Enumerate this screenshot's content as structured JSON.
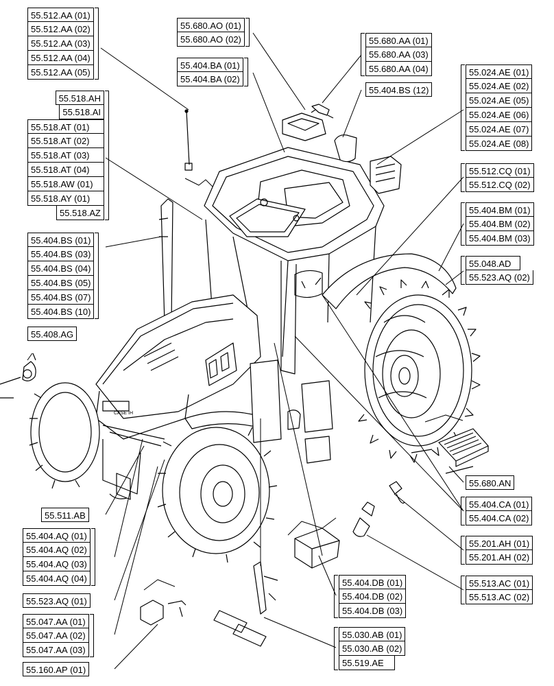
{
  "groups": [
    {
      "id": "g1",
      "labels": [
        "55.512.AA (01)",
        "55.512.AA (02)",
        "55.512.AA (03)",
        "55.512.AA (04)",
        "55.512.AA (05)"
      ]
    },
    {
      "id": "g2",
      "labels": [
        "55.518.AH",
        "55.518.AI",
        "55.518.AT (01)",
        "55.518.AT (02)",
        "55.518.AT (03)",
        "55.518.AT (04)",
        "55.518.AW (01)",
        "55.518.AY (01)",
        "55.518.AZ"
      ]
    },
    {
      "id": "g3",
      "labels": [
        "55.404.BS (01)",
        "55.404.BS (03)",
        "55.404.BS (04)",
        "55.404.BS (05)",
        "55.404.BS (07)",
        "55.404.BS (10)"
      ]
    },
    {
      "id": "g4",
      "labels": [
        "55.408.AG"
      ]
    },
    {
      "id": "g5",
      "labels": [
        "55.680.AO (01)",
        "55.680.AO (02)"
      ]
    },
    {
      "id": "g6",
      "labels": [
        "55.404.BA (01)",
        "55.404.BA (02)"
      ]
    },
    {
      "id": "g7",
      "labels": [
        "55.680.AA (01)",
        "55.680.AA (03)",
        "55.680.AA (04)"
      ]
    },
    {
      "id": "g8",
      "labels": [
        "55.404.BS (12)"
      ]
    },
    {
      "id": "g9",
      "labels": [
        "55.024.AE (01)",
        "55.024.AE (02)",
        "55.024.AE (05)",
        "55.024.AE (06)",
        "55.024.AE (07)",
        "55.024.AE (08)"
      ]
    },
    {
      "id": "g10",
      "labels": [
        "55.512.CQ (01)",
        "55.512.CQ (02)"
      ]
    },
    {
      "id": "g11",
      "labels": [
        "55.404.BM (01)",
        "55.404.BM (02)",
        "55.404.BM (03)"
      ]
    },
    {
      "id": "g12",
      "labels": [
        "55.048.AD",
        "55.523.AQ (02)"
      ]
    },
    {
      "id": "g13",
      "labels": [
        "55.680.AN"
      ]
    },
    {
      "id": "g14",
      "labels": [
        "55.404.CA (01)",
        "55.404.CA (02)"
      ]
    },
    {
      "id": "g15",
      "labels": [
        "55.201.AH (01)",
        "55.201.AH (02)"
      ]
    },
    {
      "id": "g16",
      "labels": [
        "55.513.AC (01)",
        "55.513.AC (02)"
      ]
    },
    {
      "id": "g17",
      "labels": [
        "55.511.AB"
      ]
    },
    {
      "id": "g18",
      "labels": [
        "55.404.AQ (01)",
        "55.404.AQ (02)",
        "55.404.AQ (03)",
        "55.404.AQ (04)"
      ]
    },
    {
      "id": "g19",
      "labels": [
        "55.523.AQ (01)"
      ]
    },
    {
      "id": "g20",
      "labels": [
        "55.047.AA (01)",
        "55.047.AA (02)",
        "55.047.AA (03)"
      ]
    },
    {
      "id": "g21",
      "labels": [
        "55.160.AP (01)"
      ]
    },
    {
      "id": "g22",
      "labels": [
        "55.404.DB (01)",
        "55.404.DB (02)",
        "55.404.DB (03)"
      ]
    },
    {
      "id": "g23",
      "labels": [
        "55.030.AB (01)",
        "55.030.AB (02)",
        "55.519.AE"
      ]
    }
  ],
  "illustration": {
    "brand_mark": "CASE IH"
  }
}
